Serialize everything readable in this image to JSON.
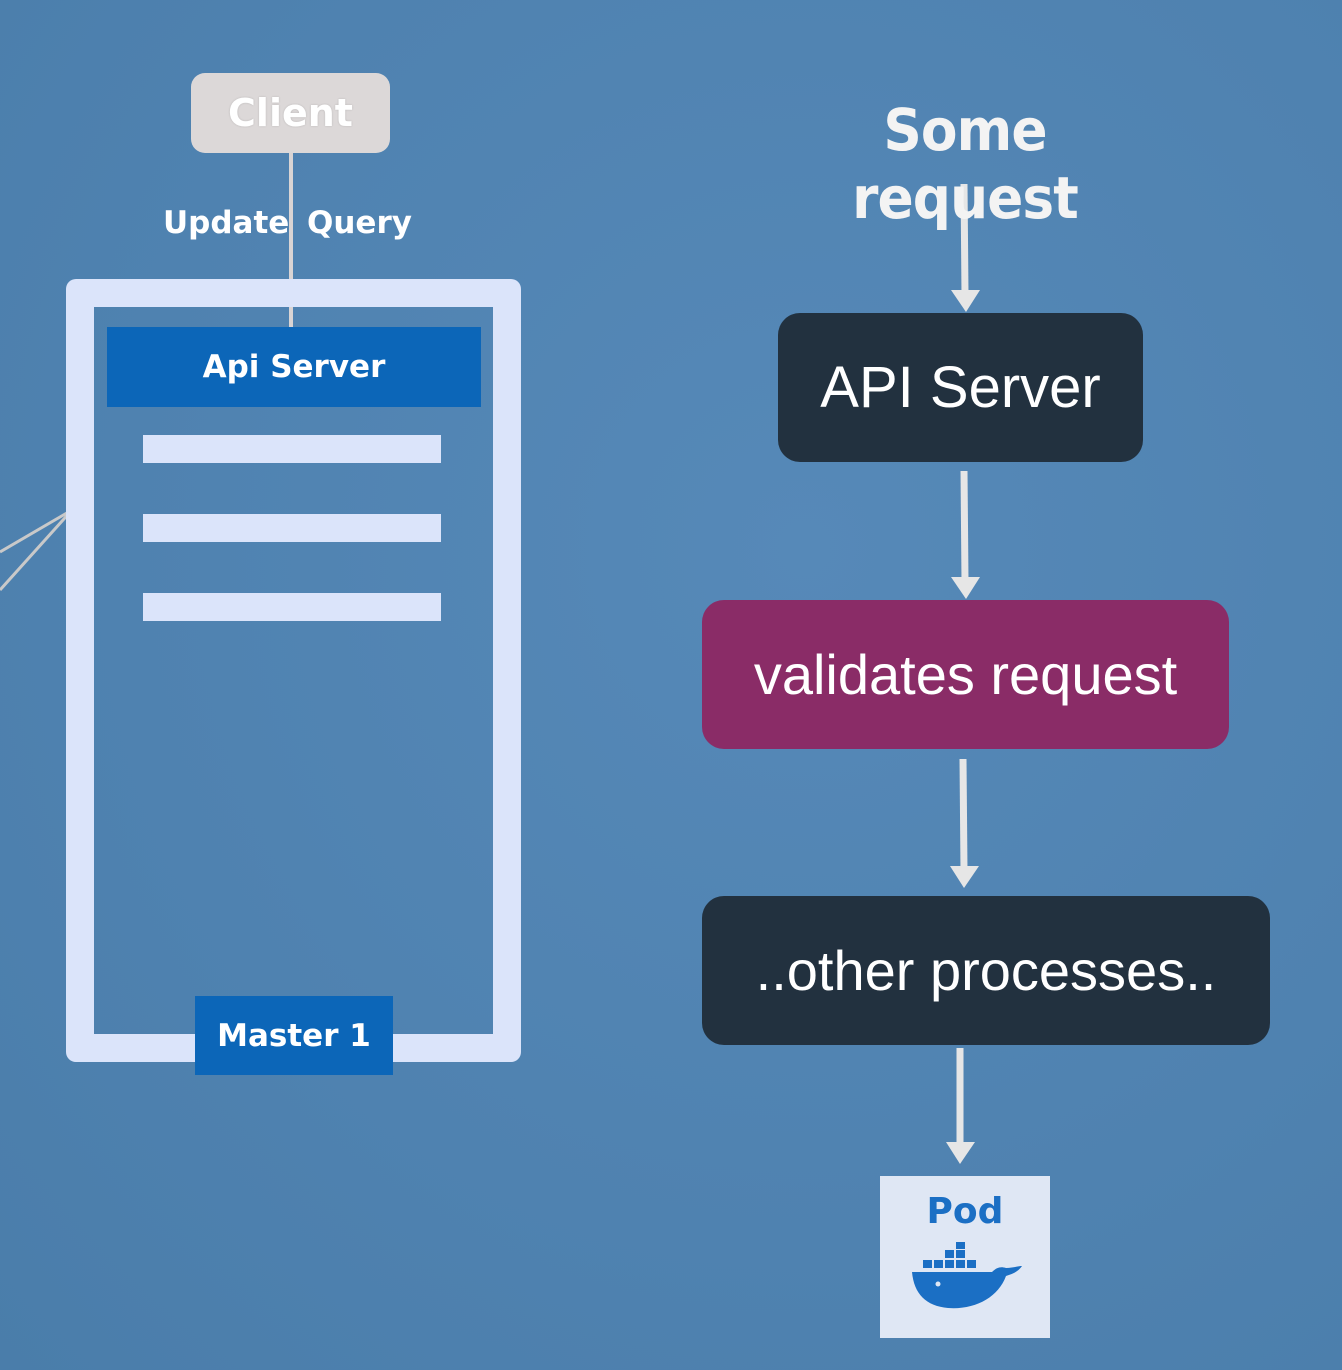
{
  "left_diagram": {
    "client_label": "Client",
    "update_label": "Update",
    "query_label": "Query",
    "api_server_label": "Api Server",
    "master_label": "Master 1"
  },
  "flow": {
    "title": "Some request",
    "steps": [
      {
        "label": "API Server",
        "color": "#22313f"
      },
      {
        "label": "validates request",
        "color": "#8a2c67"
      },
      {
        "label": "..other processes..",
        "color": "#22313f"
      }
    ],
    "pod_label": "Pod",
    "pod_icon": "docker-whale-icon"
  },
  "colors": {
    "background": "#5083b2",
    "master_blue": "#0c66b8",
    "frame": "#dbe4fa",
    "dark_box": "#22313f",
    "magenta_box": "#8a2c67"
  }
}
